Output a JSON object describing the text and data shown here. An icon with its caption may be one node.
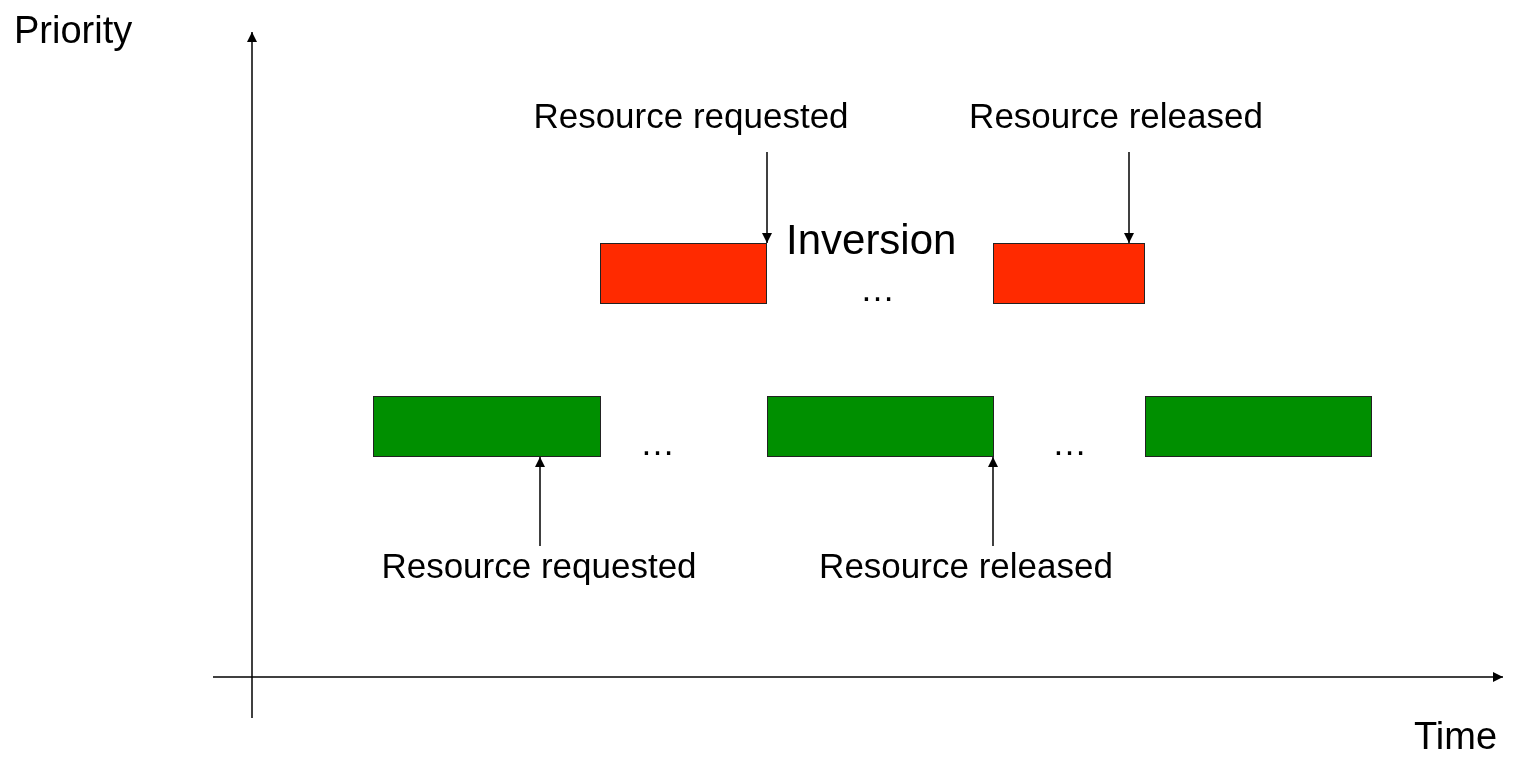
{
  "diagram": {
    "nodes": [
      {
        "text": [
          "Resource requested"
        ]
      },
      {
        "text": [
          "Resource released"
        ]
      },
      {
        "text": [],
        "shape": "bar"
      },
      {
        "text": [],
        "shape": "bar"
      },
      {
        "text": [],
        "shape": "bar"
      },
      {
        "text": [],
        "shape": "bar"
      },
      {
        "text": [],
        "shape": "bar"
      },
      {
        "text": [
          "Resource requested"
        ]
      },
      {
        "text": [
          "Resource released"
        ]
      }
    ],
    "edges": [
      {
        "from": 0,
        "to": 2,
        "arrow": "to"
      },
      {
        "from": 1,
        "to": 3,
        "arrow": "to"
      },
      {
        "from": 7,
        "to": 4,
        "arrow": "to"
      },
      {
        "from": 8,
        "to": 5,
        "arrow": "to"
      }
    ],
    "labels": [
      "Priority",
      "Inversion",
      "…",
      "…",
      "…",
      "Time"
    ]
  }
}
